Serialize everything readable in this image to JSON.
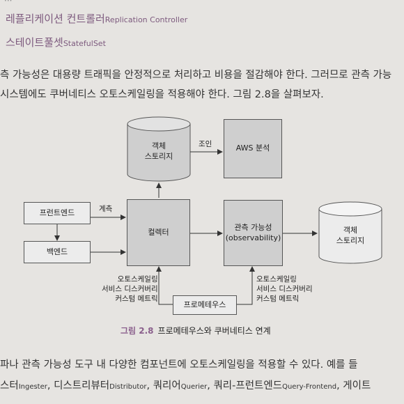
{
  "bullets": [
    {
      "ko": "레플리케이션 컨트롤러",
      "en": "Replication Controller"
    },
    {
      "ko": "스테이트풀셋",
      "en": "StatefulSet"
    }
  ],
  "intro": {
    "line1": "측 가능성은 대용량 트래픽을 안정적으로 처리하고 비용을 절감해야 한다. 그러므로 관측 가능",
    "line2": "시스템에도 쿠버네티스 오토스케일링을 적용해야 한다. 그림 2.8을 살펴보자."
  },
  "diagram": {
    "frontend": "프런트엔드",
    "backend": "백엔드",
    "collector": "컬렉터",
    "object_storage_top": [
      "객체",
      "스토리지"
    ],
    "aws": "AWS 분석",
    "observability": [
      "관측 가능성",
      "(observability)"
    ],
    "object_storage_right": [
      "객체",
      "스토리지"
    ],
    "prometheus": "프로메테우스",
    "label_join": "조인",
    "label_measure": "계측",
    "label_left": [
      "오토스케일링",
      "서비스 디스커버리",
      "커스텀 메트릭"
    ],
    "label_right": [
      "오토스케일링",
      "서비스 디스커버리",
      "커스텀 메트릭"
    ]
  },
  "caption": {
    "number": "그림 2.8",
    "text": "프로메테우스와 쿠버네티스 연계"
  },
  "after": {
    "line1": "파나 관측 가능성 도구 내 다양한 컴포넌트에 오토스케일링을 적용할 수 있다. 예를 들",
    "line2": {
      "p1": "스터",
      "p1s": "Ingester",
      "p2": ", 디스트리뷰터",
      "p2s": "Distributor",
      "p3": ", 쿼리어",
      "p3s": "Querier",
      "p4": ", 쿼리-프런트엔드",
      "p4s": "Query-Frontend",
      "p5": ", 게이트"
    }
  },
  "colors": {
    "accent": "#7d5a7e",
    "box": "#cfcfcf",
    "page": "#e6e4e1"
  }
}
